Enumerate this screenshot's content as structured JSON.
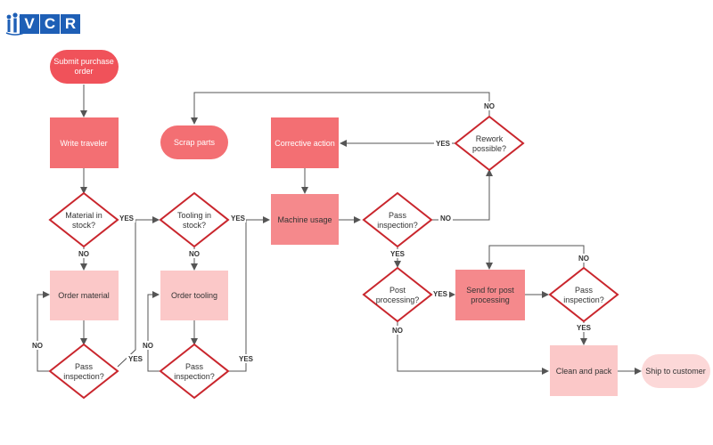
{
  "logo": {
    "text_letters": [
      "V",
      "C",
      "R"
    ]
  },
  "colors": {
    "red_strong": "#f0525a",
    "red_medium": "#f36f73",
    "red_soft": "#f5898c",
    "pink": "#fbc8c8",
    "pink_soft": "#fcd8d8",
    "diamond_stroke": "#c9262d",
    "line": "#555555"
  },
  "nodes": {
    "submit_po": {
      "line1": "Submit purchase",
      "line2": "order"
    },
    "write_traveler": {
      "label": "Write traveler"
    },
    "scrap_parts": {
      "label": "Scrap parts"
    },
    "corrective_action": {
      "label": "Corrective action"
    },
    "rework_possible": {
      "line1": "Rework",
      "line2": "possible?"
    },
    "material_in_stock": {
      "line1": "Material in",
      "line2": "stock?"
    },
    "tooling_in_stock": {
      "line1": "Tooling in",
      "line2": "stock?"
    },
    "machine_usage": {
      "label": "Machine usage"
    },
    "pass_inspection_1": {
      "line1": "Pass",
      "line2": "inspection?"
    },
    "order_material": {
      "label": "Order material"
    },
    "order_tooling": {
      "label": "Order tooling"
    },
    "pass_inspection_2": {
      "line1": "Pass",
      "line2": "inspection?"
    },
    "pass_inspection_3": {
      "line1": "Pass",
      "line2": "inspection?"
    },
    "post_processing": {
      "line1": "Post",
      "line2": "processing?"
    },
    "send_post_processing": {
      "line1": "Send for post",
      "line2": "processing"
    },
    "pass_inspection_4": {
      "line1": "Pass",
      "line2": "inspection?"
    },
    "clean_and_pack": {
      "label": "Clean and pack"
    },
    "ship_to_customer": {
      "label": "Ship to customer"
    }
  },
  "edge_labels": {
    "yes": "YES",
    "no": "NO"
  }
}
